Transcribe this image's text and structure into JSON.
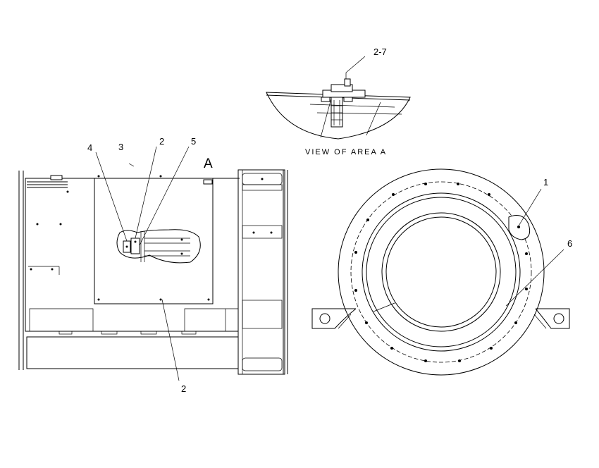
{
  "detail_view": {
    "caption": "VIEW OF AREA A",
    "callout": "2-7"
  },
  "side_view": {
    "view_marker": "A",
    "callouts": [
      "4",
      "3",
      "2",
      "5",
      "2"
    ]
  },
  "end_view": {
    "callouts": [
      "1",
      "6"
    ]
  }
}
